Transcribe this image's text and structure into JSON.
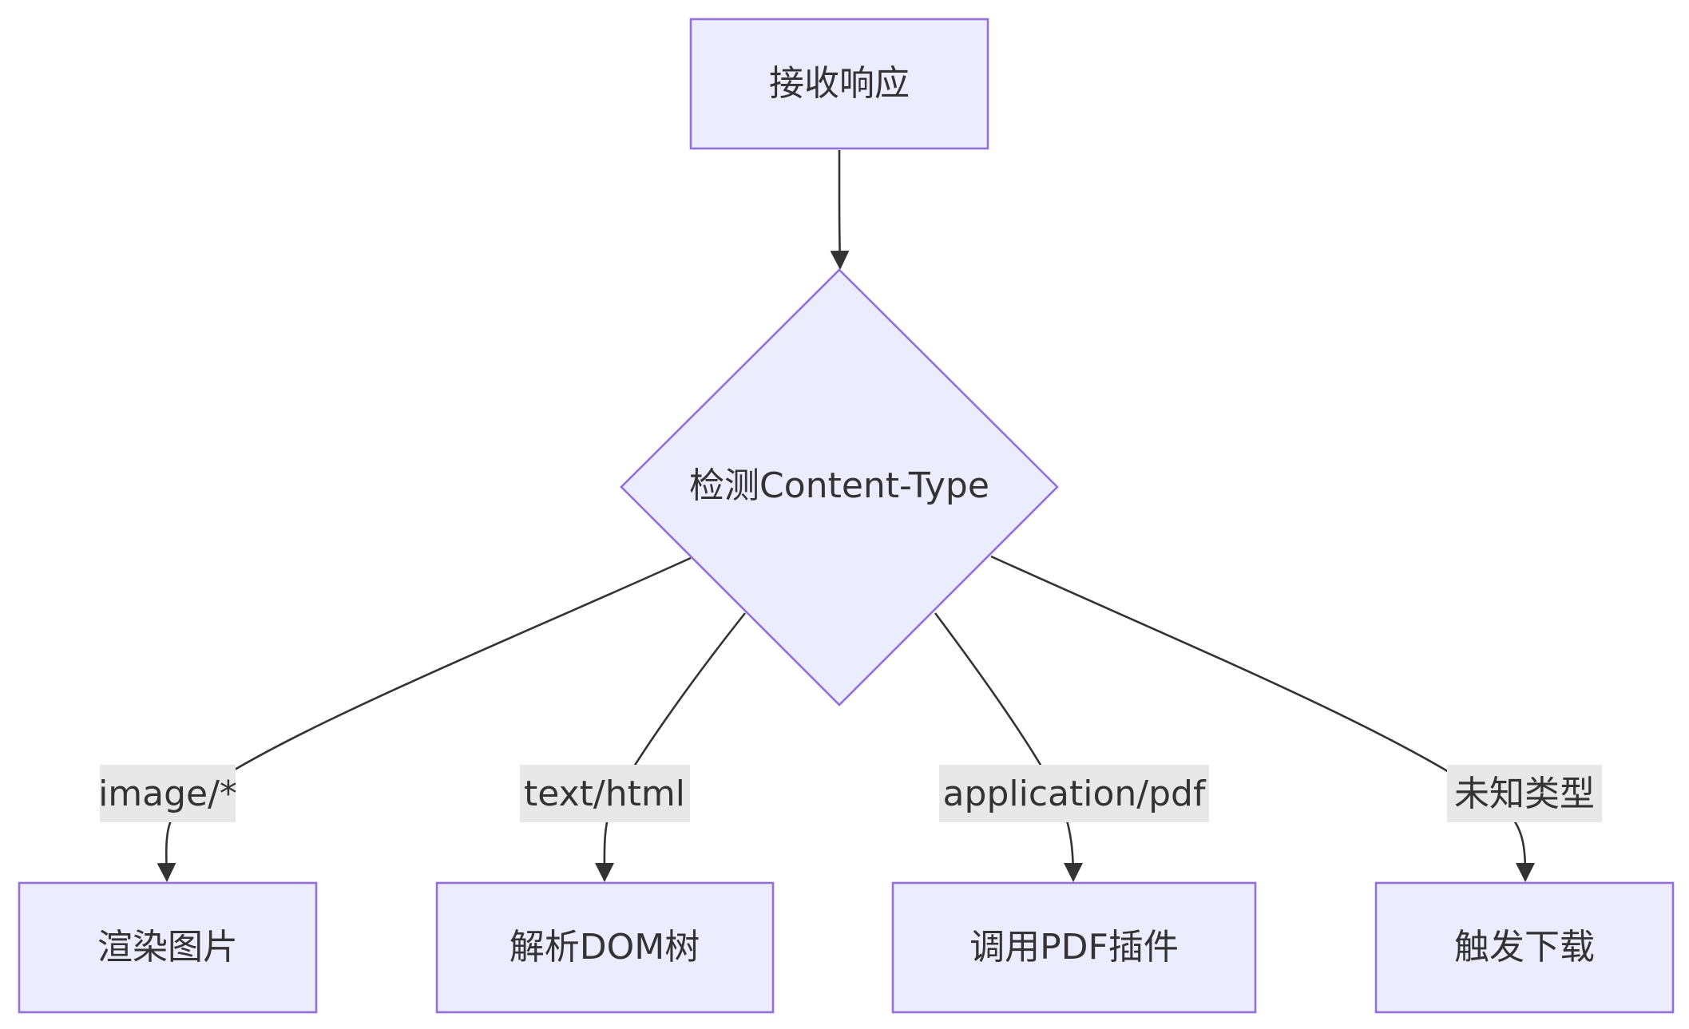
{
  "diagram": {
    "nodes": {
      "start": {
        "label": "接收响应",
        "shape": "rectangle"
      },
      "decision": {
        "label": "检测Content-Type",
        "shape": "diamond"
      },
      "render_image": {
        "label": "渲染图片",
        "shape": "rectangle"
      },
      "parse_dom": {
        "label": "解析DOM树",
        "shape": "rectangle"
      },
      "pdf_plugin": {
        "label": "调用PDF插件",
        "shape": "rectangle"
      },
      "download": {
        "label": "触发下载",
        "shape": "rectangle"
      }
    },
    "edges": [
      {
        "from": "start",
        "to": "decision",
        "label": ""
      },
      {
        "from": "decision",
        "to": "render_image",
        "label": "image/*"
      },
      {
        "from": "decision",
        "to": "parse_dom",
        "label": "text/html"
      },
      {
        "from": "decision",
        "to": "pdf_plugin",
        "label": "application/pdf"
      },
      {
        "from": "decision",
        "to": "download",
        "label": "未知类型"
      }
    ]
  },
  "colors": {
    "node_fill": "#ececff",
    "node_stroke": "#9370db",
    "edge_stroke": "#333333",
    "label_background": "#e8e8e8",
    "text": "#333333"
  }
}
